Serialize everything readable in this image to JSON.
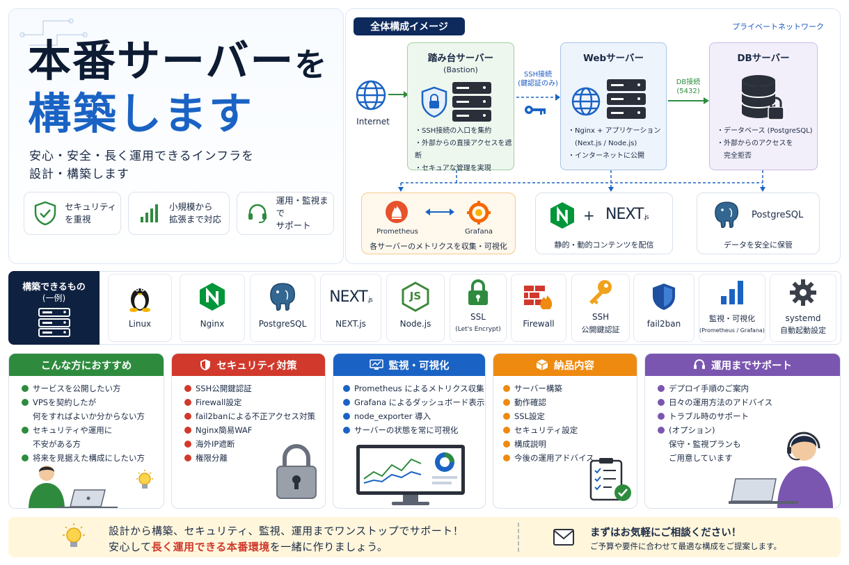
{
  "hero": {
    "title_part1": "本番サーバー",
    "title_part2": "を",
    "title_line2": "構築します",
    "subtitle_line1": "安心・安全・長く運用できるインフラを",
    "subtitle_line2": "設計・構築します",
    "features": [
      {
        "line1": "セキュリティ",
        "line2": "を重視",
        "icon": "shield-check-icon"
      },
      {
        "line1": "小規模から",
        "line2": "拡張まで対応",
        "icon": "bar-chart-icon"
      },
      {
        "line1": "運用・監視まで",
        "line2": "サポート",
        "icon": "headset-icon"
      }
    ]
  },
  "overview": {
    "title": "全体構成イメージ",
    "private_network": "プライベートネットワーク",
    "internet_label": "Internet",
    "ssh_label_line1": "SSH接続",
    "ssh_label_line2": "(鍵認証のみ)",
    "db_label_line1": "DB接続",
    "db_label_line2": "(5432)",
    "bastion": {
      "title": "踏み台サーバー",
      "subtitle": "(Bastion)",
      "items": [
        "・SSH接続の入口を集約",
        "・外部からの直接アクセスを遮断",
        "・セキュアな管理を実現"
      ]
    },
    "web": {
      "title": "Webサーバー",
      "items": [
        "・Nginx + アプリケーション",
        "(Next.js / Node.js)",
        "・インターネットに公開"
      ]
    },
    "db": {
      "title": "DBサーバー",
      "items": [
        "・データベース (PostgreSQL)",
        "・外部からのアクセスを",
        "完全拒否"
      ]
    },
    "monitoring": {
      "prometheus": "Prometheus",
      "grafana": "Grafana",
      "caption": "各サーバーのメトリクスを収集・可視化"
    },
    "webstack": {
      "plus": "+",
      "next_logo": "NEXT",
      "next_suffix": ".js",
      "caption": "静的・動的コンテンツを配信"
    },
    "dbstack": {
      "name": "PostgreSQL",
      "caption": "データを安全に保管"
    }
  },
  "tech": {
    "heading_line1": "構築できるもの",
    "heading_line2": "(一例)",
    "items": [
      {
        "label": "Linux",
        "sub": ""
      },
      {
        "label": "Nginx",
        "sub": ""
      },
      {
        "label": "PostgreSQL",
        "sub": ""
      },
      {
        "label": "NEXT.js",
        "sub": ""
      },
      {
        "label": "Node.js",
        "sub": ""
      },
      {
        "label": "SSL",
        "sub": "(Let's Encrypt)"
      },
      {
        "label": "Firewall",
        "sub": ""
      },
      {
        "label": "SSH",
        "sub": "公開鍵認証"
      },
      {
        "label": "fail2ban",
        "sub": ""
      },
      {
        "label": "監視・可視化",
        "sub": "(Prometheus / Grafana)"
      },
      {
        "label": "systemd",
        "sub": "自動起動設定"
      }
    ],
    "next_logo": "NEXT",
    "next_suffix": ".js",
    "node_logo": "JS"
  },
  "panels": {
    "recommend": {
      "title": "こんな方におすすめ",
      "items": [
        "サービスを公開したい方",
        "VPSを契約したが|何をすればよいか分からない方",
        "セキュリティや運用に|不安がある方",
        "将来を見据えた構成にしたい方"
      ]
    },
    "security": {
      "title": "セキュリティ対策",
      "items": [
        "SSH公開鍵認証",
        "Firewall設定",
        "fail2banによる不正アクセス対策",
        "Nginx簡易WAF",
        "海外IP遮断",
        "権限分離"
      ]
    },
    "monitoring": {
      "title": "監視・可視化",
      "items": [
        "Prometheus によるメトリクス収集",
        "Grafana によるダッシュボード表示",
        "node_exporter 導入",
        "サーバーの状態を常に可視化"
      ]
    },
    "delivery": {
      "title": "納品内容",
      "items": [
        "サーバー構築",
        "動作確認",
        "SSL設定",
        "セキュリティ設定",
        "構成説明",
        "今後の運用アドバイス"
      ]
    },
    "support": {
      "title": "運用までサポート",
      "items": [
        "デプロイ手順のご案内",
        "日々の運用方法のアドバイス",
        "トラブル時のサポート",
        "(オプション)|保守・監視プランも|ご用意しています"
      ]
    }
  },
  "footer": {
    "line1": "設計から構築、セキュリティ、監視、運用までワンストップでサポート！",
    "line2_pre": "安心して",
    "line2_em": "長く運用できる本番環境",
    "line2_post": "を一緒に作りましょう。",
    "cta_title": "まずはお気軽にご相談ください！",
    "cta_sub": "ご予算や要件に合わせて最適な構成をご提案します。"
  },
  "colors": {
    "navy": "#0e2a5c",
    "blue": "#1a63c4",
    "green": "#2e8b3e",
    "red": "#d0392b",
    "orange": "#ee8a10",
    "purple": "#7a56b0"
  }
}
